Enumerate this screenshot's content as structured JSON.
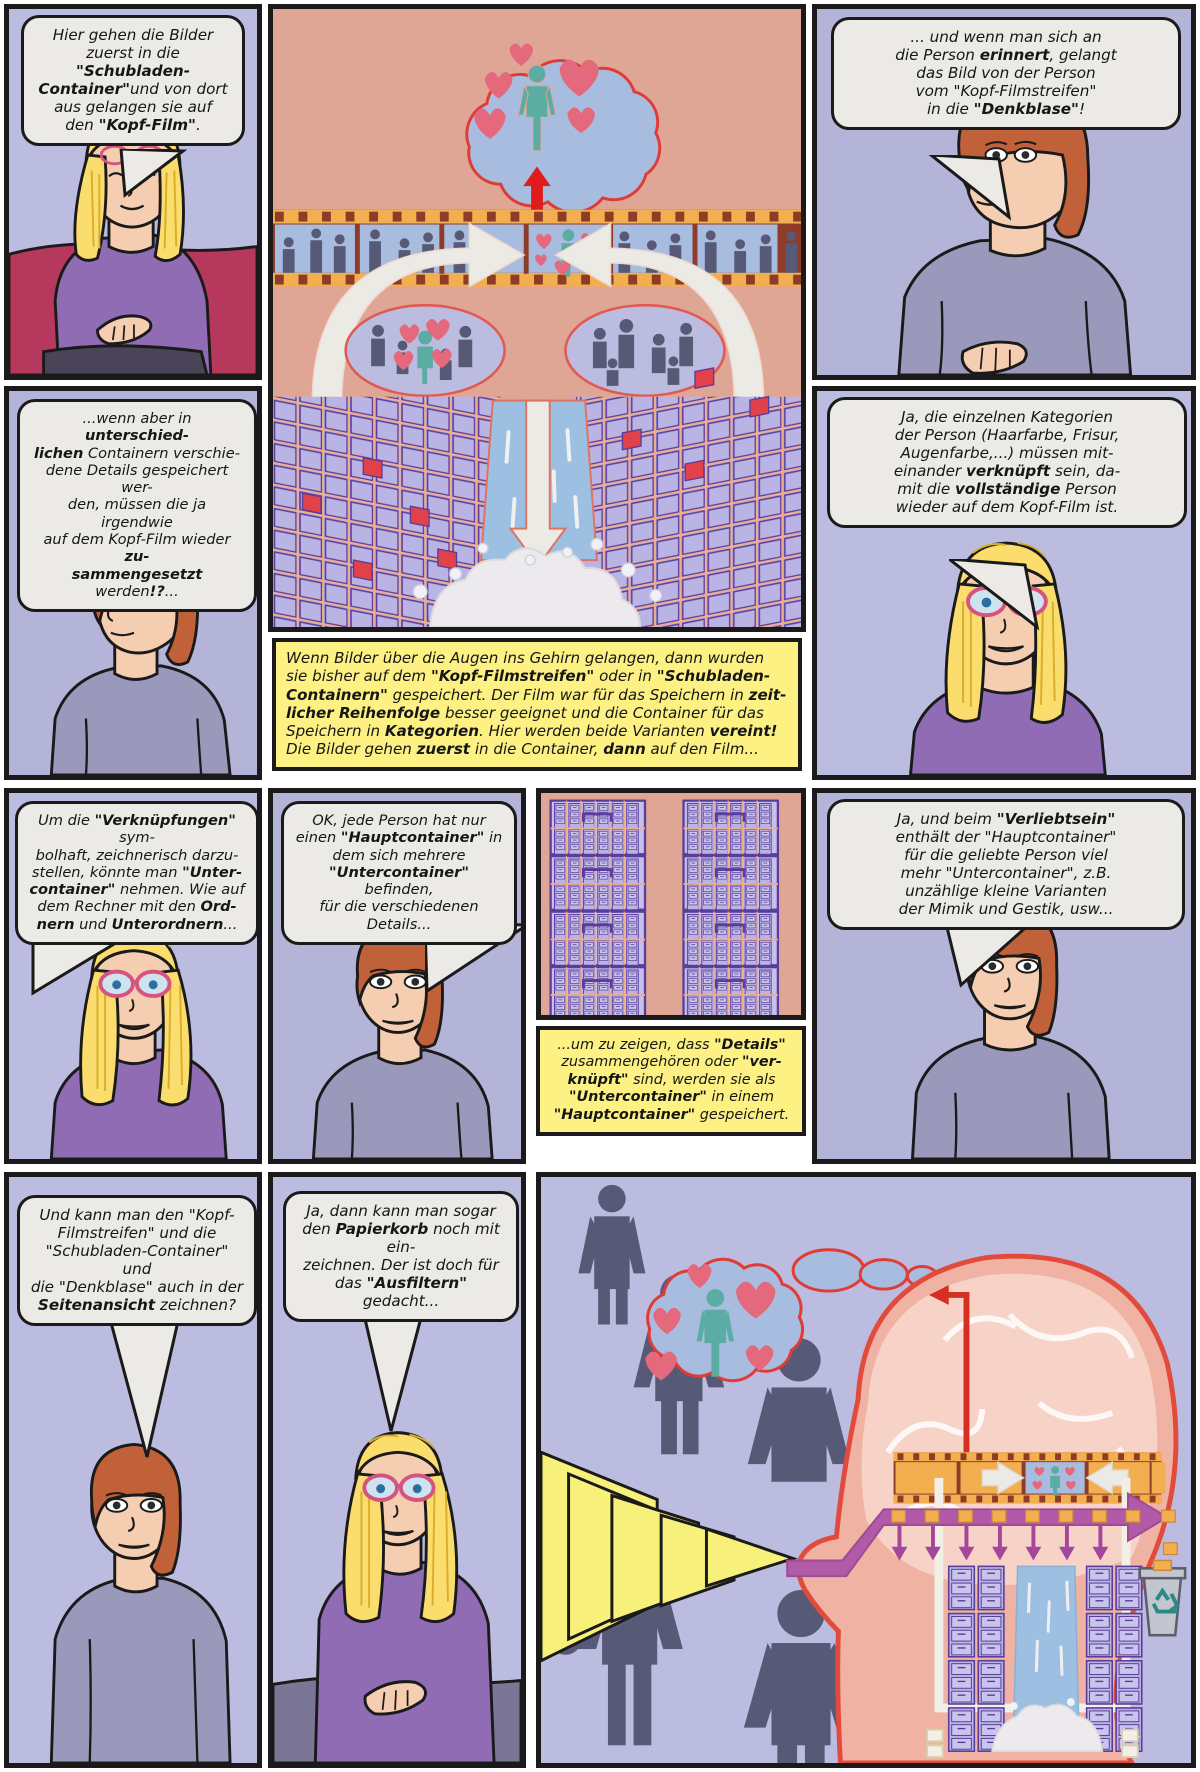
{
  "meta": {
    "title": "Gedaechtnis-Comic: Kopf-Filmstreifen und Schubladen-Container",
    "language": "de"
  },
  "colors": {
    "panel_border": "#1a1a1a",
    "bubble_fill": "#eceae6",
    "caption_yellow": "#fcf182",
    "lavender_bg": "#bcbce0",
    "salmon_bg": "#e0a695",
    "couch_red": "#b6385c",
    "shirt_purple": "#8f6cb4",
    "shirt_grey": "#9a99bc",
    "hair_blonde": "#fbdd6d",
    "hair_red": "#c0613a",
    "skin": "#f5cdb0",
    "glasses_pink": "#d6527f",
    "heart_red": "#e4697c",
    "person_teal": "#5bada4",
    "person_grey": "#575a77",
    "film_orange": "#f3ae50",
    "film_brown": "#8e3c28",
    "water_blue": "#9dc0e2",
    "cabinet_lilac": "#b9b4e4",
    "cabinet_outline": "#5a3d9b",
    "brain_pink": "#f3bdac",
    "brain_outline": "#e24b3c",
    "arrow_magenta": "#b05aa8",
    "arrow_yellow": "#f7f07a",
    "red_arrow": "#e01b1b"
  },
  "panels": [
    {
      "id": "p1",
      "name": "panel-1-blonde-woman-couch",
      "bubble": [
        {
          "t": "Hier gehen die Bilder",
          "b": false
        },
        {
          "t": "zuerst in die ",
          "b": false
        },
        {
          "t": "\"Schubladen-",
          "b": true
        },
        {
          "t": "Container\"",
          "b": true
        },
        {
          "t": "und von dort",
          "b": false
        },
        {
          "t": "aus gelangen sie auf",
          "b": false
        },
        {
          "t": "den ",
          "b": false
        },
        {
          "t": "\"Kopf-Film\"",
          "b": true
        },
        {
          "t": ".",
          "b": false
        }
      ],
      "bubble_text": "Hier gehen die Bilder zuerst in die \"Schubladen-Container\"und von dort aus gelangen sie auf den \"Kopf-Film\"."
    },
    {
      "id": "p2",
      "name": "panel-2-film-strip-thought-cloud",
      "bubble_text": ""
    },
    {
      "id": "p3",
      "name": "panel-3-redhead-man",
      "bubble_text": "... und wenn man sich an die Person erinnert, gelangt das Bild von der Person vom \"Kopf-Filmstreifen\" in die \"Denkblase\"!"
    },
    {
      "id": "p4",
      "name": "panel-4-redhead-man-question",
      "bubble_text": "...wenn aber in unterschiedlichen Containern verschiedene Details gespeichert werden, mussen die ja irgendwie auf dem Kopf-Film wieder zusammengesetzt werden!?..."
    },
    {
      "id": "p5",
      "name": "panel-5-blonde-woman-glasses",
      "bubble_text": "Ja, die einzelnen Kategorien der Person (Haarfarbe, Frisur, Augenfarbe,...) mussen miteinander verknupft sein, damit die vollstandige Person wieder auf dem Kopf-Film ist."
    },
    {
      "id": "p6",
      "name": "panel-6-blonde-woman-verknuepfungen",
      "bubble_text": "Um die \"Verknupfungen\" symbolhaft, zeichnerisch darzustellen, konnte man \"Untercontainer\" nehmen. Wie auf dem Rechner mit den Ordnern und Unterordnern..."
    },
    {
      "id": "p7",
      "name": "panel-7-redhead-hauptcontainer",
      "bubble_text": "OK, jede Person hat nur einen \"Hauptcontainer\" in dem sich mehrere \"Untercontainer\" befinden, fur die verschiedenen Details..."
    },
    {
      "id": "p8",
      "name": "panel-8-container-grid",
      "bubble_text": ""
    },
    {
      "id": "p9",
      "name": "panel-9-redhead-verliebtsein",
      "bubble_text": "Ja, und beim \"Verliebtsein\" enthalt der \"Hauptcontainer\" fur die geliebte Person viel mehr \"Untercontainer\", z.B. unzahlige kleine Varianten der Mimik und Gestik, usw..."
    },
    {
      "id": "p10",
      "name": "panel-10-redhead-seitenansicht",
      "bubble_text": "Und kann man den \"Kopf-Filmstreifen\" und die \"Schubladen-Container\" und die \"Denkblase\" auch in der Seitenansicht zeichnen?"
    },
    {
      "id": "p11",
      "name": "panel-11-blonde-papierkorb",
      "bubble_text": "Ja, dann kann man sogar den Papierkorb noch mit einzeichnen. Der ist doch fur das Ausfiltern gedacht..."
    },
    {
      "id": "p12",
      "name": "panel-12-brain-side-view",
      "bubble_text": ""
    }
  ],
  "bubbles": {
    "b1": {
      "name": "speech-bubble-1",
      "lines": [
        [
          {
            "t": "Hier gehen die Bilder"
          }
        ],
        [
          {
            "t": "zuerst in die "
          },
          {
            "t": "\"Schubladen-",
            "b": true
          }
        ],
        [
          {
            "t": "Container\"",
            "b": true
          },
          {
            "t": "und von dort"
          }
        ],
        [
          {
            "t": "aus gelangen sie auf"
          }
        ],
        [
          {
            "t": "den "
          },
          {
            "t": "\"Kopf-Film\"",
            "b": true
          },
          {
            "t": "."
          }
        ]
      ]
    },
    "b3": {
      "name": "speech-bubble-3",
      "lines": [
        [
          {
            "t": "... und wenn man sich an"
          }
        ],
        [
          {
            "t": "die Person "
          },
          {
            "t": "erinnert",
            "b": true
          },
          {
            "t": ", gelangt"
          }
        ],
        [
          {
            "t": "das Bild von der Person"
          }
        ],
        [
          {
            "t": "vom \"Kopf-Filmstreifen\""
          }
        ],
        [
          {
            "t": "in die "
          },
          {
            "t": "\"Denkblase\"",
            "b": true
          },
          {
            "t": "!"
          }
        ]
      ]
    },
    "b4": {
      "name": "speech-bubble-4",
      "lines": [
        [
          {
            "t": "...wenn aber in "
          },
          {
            "t": "unterschied-",
            "b": true
          }
        ],
        [
          {
            "t": "lichen",
            "b": true
          },
          {
            "t": " Containern verschie-"
          }
        ],
        [
          {
            "t": "dene Details gespeichert wer-"
          }
        ],
        [
          {
            "t": "den, müssen die ja irgendwie"
          }
        ],
        [
          {
            "t": "auf dem Kopf-Film wieder "
          },
          {
            "t": "zu-",
            "b": true
          }
        ],
        [
          {
            "t": "sammengesetzt",
            "b": true
          },
          {
            "t": " werden"
          },
          {
            "t": "!?",
            "b": true
          },
          {
            "t": "..."
          }
        ]
      ]
    },
    "b5": {
      "name": "speech-bubble-5",
      "lines": [
        [
          {
            "t": "Ja, die einzelnen Kategorien"
          }
        ],
        [
          {
            "t": "der Person (Haarfarbe, Frisur,"
          }
        ],
        [
          {
            "t": "Augenfarbe,...) müssen mit-"
          }
        ],
        [
          {
            "t": "einander "
          },
          {
            "t": "verknüpft",
            "b": true
          },
          {
            "t": " sein, da-"
          }
        ],
        [
          {
            "t": "mit die "
          },
          {
            "t": "vollständige",
            "b": true
          },
          {
            "t": " Person"
          }
        ],
        [
          {
            "t": "wieder auf dem Kopf-Film ist."
          }
        ]
      ]
    },
    "b6": {
      "name": "speech-bubble-6",
      "lines": [
        [
          {
            "t": "Um die "
          },
          {
            "t": "\"Verknüpfungen\"",
            "b": true
          },
          {
            "t": " sym-"
          }
        ],
        [
          {
            "t": "bolhaft, zeichnerisch darzu-"
          }
        ],
        [
          {
            "t": "stellen, könnte man "
          },
          {
            "t": "\"Unter-",
            "b": true
          }
        ],
        [
          {
            "t": "container\"",
            "b": true
          },
          {
            "t": " nehmen. Wie auf"
          }
        ],
        [
          {
            "t": "dem Rechner mit den "
          },
          {
            "t": "Ord-",
            "b": true
          }
        ],
        [
          {
            "t": "nern",
            "b": true
          },
          {
            "t": " und "
          },
          {
            "t": "Unterordnern",
            "b": true
          },
          {
            "t": "..."
          }
        ]
      ]
    },
    "b7": {
      "name": "speech-bubble-7",
      "lines": [
        [
          {
            "t": "OK, jede Person hat nur"
          }
        ],
        [
          {
            "t": "einen "
          },
          {
            "t": "\"Hauptcontainer\"",
            "b": true
          },
          {
            "t": " in"
          }
        ],
        [
          {
            "t": "dem sich mehrere"
          }
        ],
        [
          {
            "t": "\"Untercontainer\"",
            "b": true
          },
          {
            "t": " befinden,"
          }
        ],
        [
          {
            "t": "für die verschiedenen"
          }
        ],
        [
          {
            "t": "Details..."
          }
        ]
      ]
    },
    "b9": {
      "name": "speech-bubble-9",
      "lines": [
        [
          {
            "t": "Ja, und beim "
          },
          {
            "t": "\"Verliebtsein\"",
            "b": true
          }
        ],
        [
          {
            "t": "enthält der \"Hauptcontainer\""
          }
        ],
        [
          {
            "t": "für die geliebte Person viel"
          }
        ],
        [
          {
            "t": "mehr \"Untercontainer\", z.B."
          }
        ],
        [
          {
            "t": "unzählige kleine Varianten"
          }
        ],
        [
          {
            "t": "der Mimik und Gestik, usw..."
          }
        ]
      ]
    },
    "b10": {
      "name": "speech-bubble-10",
      "lines": [
        [
          {
            "t": "Und kann man den \"Kopf-"
          }
        ],
        [
          {
            "t": "Filmstreifen\" und die"
          }
        ],
        [
          {
            "t": "\"Schubladen-Container\" und"
          }
        ],
        [
          {
            "t": "die \"Denkblase\" auch in der"
          }
        ],
        [
          {
            "t": "Seitenansicht",
            "b": true
          },
          {
            "t": " zeichnen?"
          }
        ]
      ]
    },
    "b11": {
      "name": "speech-bubble-11",
      "lines": [
        [
          {
            "t": "Ja, dann kann man sogar"
          }
        ],
        [
          {
            "t": "den "
          },
          {
            "t": "Papierkorb",
            "b": true
          },
          {
            "t": " noch mit ein-"
          }
        ],
        [
          {
            "t": "zeichnen. Der ist doch für"
          }
        ],
        [
          {
            "t": "das "
          },
          {
            "t": "\"Ausfiltern\"",
            "b": true
          },
          {
            "t": " gedacht..."
          }
        ]
      ]
    }
  },
  "captions": {
    "c1": {
      "name": "caption-box-main",
      "lines": [
        [
          {
            "t": "Wenn Bilder über die Augen ins Gehirn gelangen, dann wurden"
          }
        ],
        [
          {
            "t": "sie bisher auf dem "
          },
          {
            "t": "\"Kopf-Filmstreifen\"",
            "b": true
          },
          {
            "t": " oder in "
          },
          {
            "t": "\"Schubladen-",
            "b": true
          }
        ],
        [
          {
            "t": "Containern\"",
            "b": true
          },
          {
            "t": " gespeichert. Der Film war für das Speichern in "
          },
          {
            "t": "zeit-",
            "b": true
          }
        ],
        [
          {
            "t": "licher Reihenfolge",
            "b": true
          },
          {
            "t": " besser geeignet und die Container für das"
          }
        ],
        [
          {
            "t": "Speichern in "
          },
          {
            "t": "Kategorien",
            "b": true
          },
          {
            "t": ". Hier werden beide Varianten "
          },
          {
            "t": "vereint!",
            "b": true
          }
        ],
        [
          {
            "t": "Die Bilder gehen "
          },
          {
            "t": "zuerst",
            "b": true
          },
          {
            "t": " in die Container, "
          },
          {
            "t": "dann",
            "b": true
          },
          {
            "t": " auf den Film..."
          }
        ]
      ]
    },
    "c2": {
      "name": "caption-box-untercontainer",
      "lines": [
        [
          {
            "t": "...um zu zeigen, dass "
          },
          {
            "t": "\"Details\"",
            "b": true
          }
        ],
        [
          {
            "t": "zusammengehören oder "
          },
          {
            "t": "\"ver-",
            "b": true
          }
        ],
        [
          {
            "t": "knüpft\"",
            "b": true
          },
          {
            "t": " sind, werden sie als"
          }
        ],
        [
          {
            "t": "\"Untercontainer\"",
            "b": true
          },
          {
            "t": " in einem"
          }
        ],
        [
          {
            "t": "\"Hauptcontainer\"",
            "b": true
          },
          {
            "t": " gespeichert."
          }
        ]
      ]
    }
  },
  "diagram": {
    "thought_cloud": {
      "name": "thought-cloud",
      "hearts": 5,
      "person": "teal-person"
    },
    "film_strip": {
      "name": "film-strip",
      "frames": 7,
      "highlight_frame": 4
    },
    "oval_left": {
      "name": "oval-container-left",
      "label": "person-with-hearts"
    },
    "oval_right": {
      "name": "oval-container-right",
      "label": "grey-people"
    },
    "waterfall": {
      "name": "waterfall-filter"
    },
    "recycle_bin": {
      "name": "recycle-bin-icon"
    },
    "brain": {
      "name": "brain-side-view"
    },
    "eye_cone": {
      "name": "vision-cone"
    }
  }
}
